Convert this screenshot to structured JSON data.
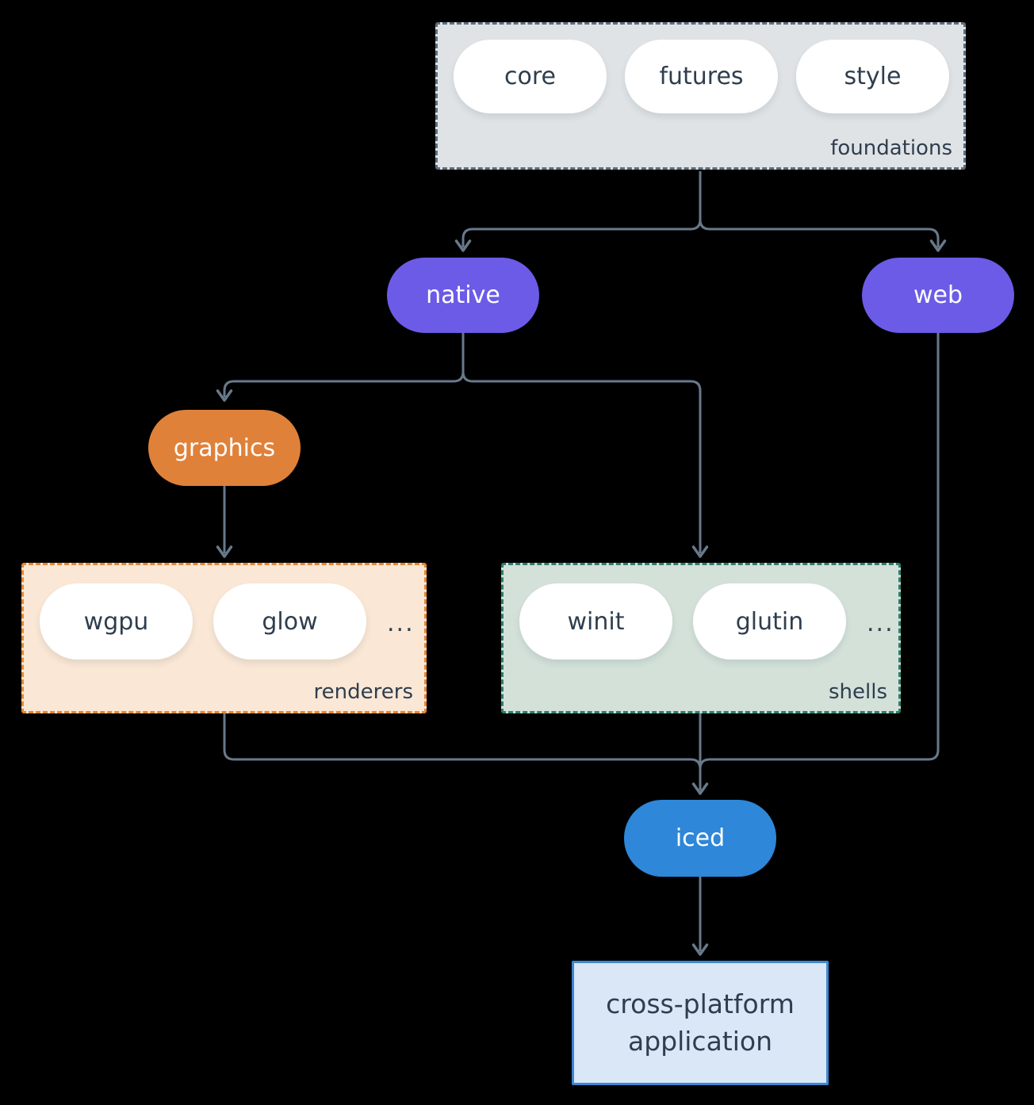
{
  "diagram": {
    "foundations": {
      "label": "foundations",
      "pills": {
        "core": "core",
        "futures": "futures",
        "style": "style"
      }
    },
    "native": {
      "label": "native"
    },
    "web": {
      "label": "web"
    },
    "graphics": {
      "label": "graphics"
    },
    "renderers": {
      "label": "renderers",
      "pills": {
        "wgpu": "wgpu",
        "glow": "glow"
      },
      "more": "..."
    },
    "shells": {
      "label": "shells",
      "pills": {
        "winit": "winit",
        "glutin": "glutin"
      },
      "more": "..."
    },
    "iced": {
      "label": "iced"
    },
    "app": {
      "line1": "cross-platform",
      "line2": "application"
    }
  },
  "edges": [
    {
      "from": "foundations",
      "to": "native"
    },
    {
      "from": "foundations",
      "to": "web"
    },
    {
      "from": "native",
      "to": "graphics"
    },
    {
      "from": "native",
      "to": "shells"
    },
    {
      "from": "graphics",
      "to": "renderers"
    },
    {
      "from": "renderers",
      "to": "iced"
    },
    {
      "from": "shells",
      "to": "iced"
    },
    {
      "from": "web",
      "to": "iced"
    },
    {
      "from": "iced",
      "to": "app"
    }
  ],
  "colors": {
    "background": "#000000",
    "line": "#68798b",
    "text_dark": "#2f3e4e",
    "node_purple": "#6b5be7",
    "node_orange": "#e0813a",
    "node_blue": "#2e87d8",
    "pill_white": "#ffffff",
    "foundations_fill": "#dfe3e6",
    "foundations_border": "#5d6e7e",
    "renderers_fill": "#fae7d5",
    "renderers_border": "#e8862e",
    "shells_fill": "#d3e1d9",
    "shells_border": "#2e7d6d",
    "app_fill": "#d9e7f7",
    "app_border": "#3c87d0"
  }
}
